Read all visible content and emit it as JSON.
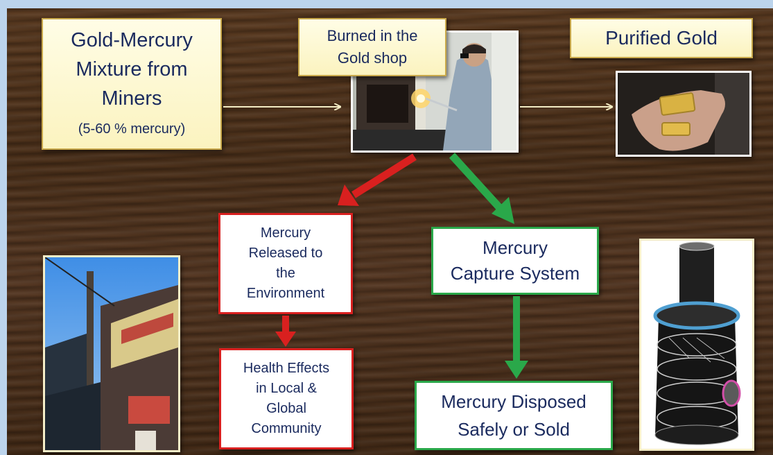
{
  "diagram": {
    "source": {
      "line1": "Gold-Mercury",
      "line2": "Mixture from",
      "line3": "Miners",
      "note": "(5-60 % mercury)"
    },
    "burned": {
      "line1": "Burned in the",
      "line2": "Gold shop"
    },
    "purified": {
      "label": "Purified Gold"
    },
    "released": {
      "line1": "Mercury",
      "line2": "Released to",
      "line3": "the",
      "line4": "Environment"
    },
    "health": {
      "line1": "Health Effects",
      "line2": "in Local &",
      "line3": "Global",
      "line4": "Community"
    },
    "capture": {
      "line1": "Mercury",
      "line2": "Capture System"
    },
    "disposed": {
      "line1": "Mercury Disposed",
      "line2": "Safely or Sold"
    }
  },
  "colors": {
    "box_text": "#1a2a5e",
    "bad_path": "#d9201f",
    "good_path": "#2aa84a",
    "flow_arrow": "#f3ecc4"
  },
  "icons": {
    "gold_shop_photo": "gold-shop-photo",
    "gold_bars_photo": "gold-bars-photo",
    "storefront_photo": "storefront-photo",
    "capture_device_photo": "capture-device-photo"
  }
}
